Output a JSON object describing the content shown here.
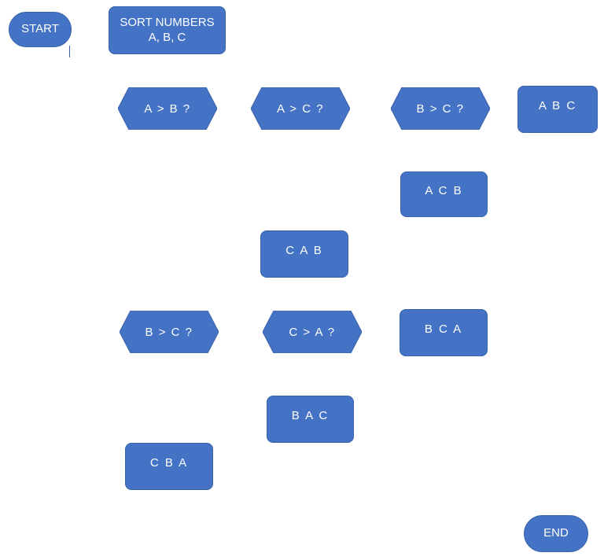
{
  "flowchart": {
    "start": "START",
    "end": "END",
    "title_line1": "SORT NUMBERS",
    "title_line2": "A, B, C",
    "decisions": {
      "a_gt_b": "A > B ?",
      "a_gt_c": "A > C ?",
      "b_gt_c_top": "B > C ?",
      "b_gt_c_bottom": "B > C ?",
      "c_gt_a": "C > A ?"
    },
    "results": {
      "abc": "A B C",
      "acb": "A C B",
      "cab": "C A B",
      "bca": "B C A",
      "bac": "B A C",
      "cba": "C B A"
    }
  }
}
